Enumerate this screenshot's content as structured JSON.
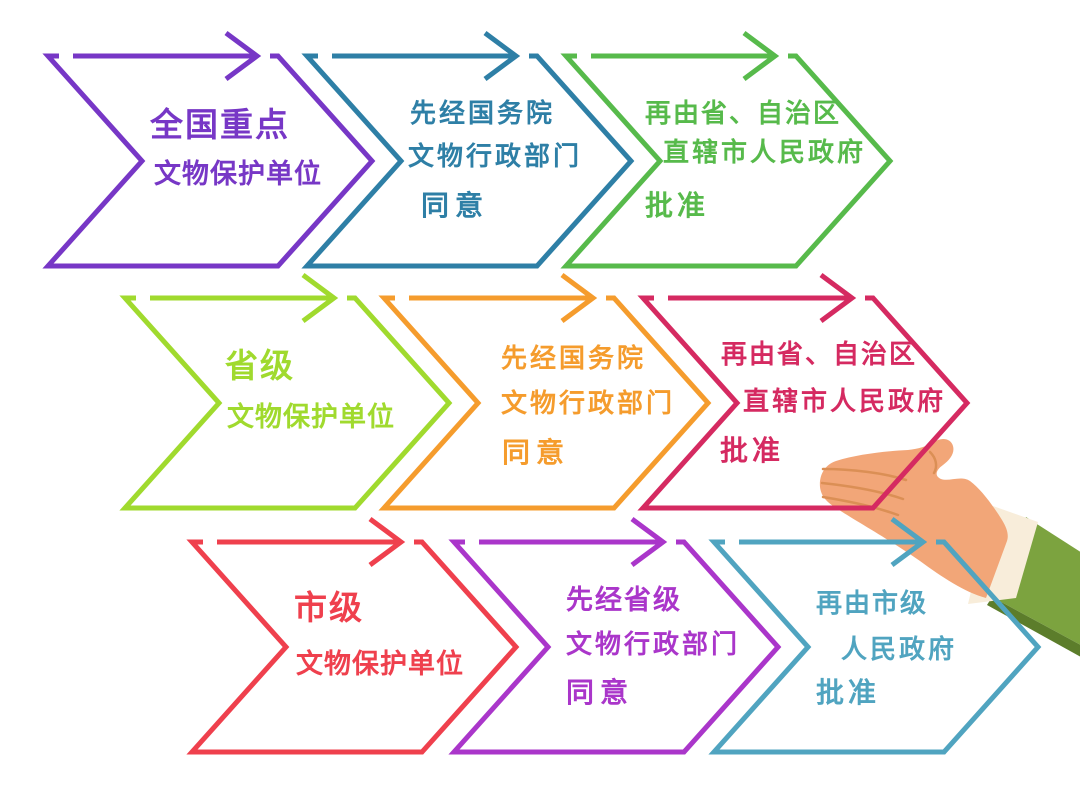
{
  "diagram": {
    "title_semantic": "文物保护单位核定审批流程",
    "rows": [
      {
        "steps": [
          {
            "color": "#7737C6",
            "label_lines": [
              "全国重点",
              "文物保护单位"
            ]
          },
          {
            "color": "#2E7FA6",
            "label_lines": [
              "先经国务院",
              "文物行政部门",
              "同意"
            ]
          },
          {
            "color": "#57BA4B",
            "label_lines": [
              "再由省、自治区",
              "直辖市人民政府",
              "批准"
            ]
          }
        ]
      },
      {
        "steps": [
          {
            "color": "#A0DA2E",
            "label_lines": [
              "省级",
              "文物保护单位"
            ]
          },
          {
            "color": "#F59C2D",
            "label_lines": [
              "先经国务院",
              "文物行政部门",
              "同意"
            ]
          },
          {
            "color": "#D52A61",
            "label_lines": [
              "再由省、自治区",
              "直辖市人民政府",
              "批准"
            ]
          }
        ]
      },
      {
        "steps": [
          {
            "color": "#EF404D",
            "label_lines": [
              "市级",
              "文物保护单位"
            ]
          },
          {
            "color": "#AA36CA",
            "label_lines": [
              "先经省级",
              "文物行政部门",
              "同意"
            ]
          },
          {
            "color": "#50A4C0",
            "label_lines": [
              "再由市级",
              "人民政府",
              "批准"
            ]
          }
        ]
      }
    ]
  },
  "hand": {
    "skin": "#F2A678",
    "finger_line": "#DB8F55",
    "cuff": "#F8EDDA",
    "sleeve": "#7CA33F",
    "sleeve_shadow": "#5C7D2B"
  },
  "background": "#FFFFFF"
}
